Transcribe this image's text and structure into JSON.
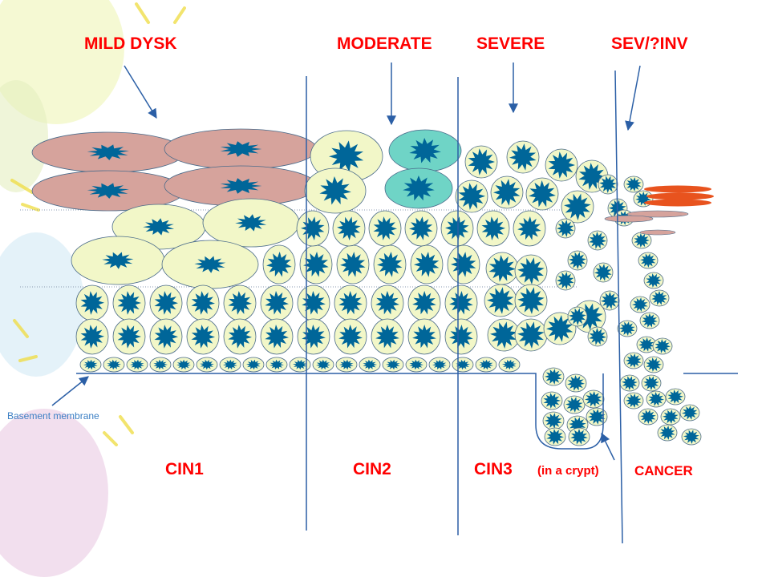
{
  "grades": {
    "mild": "MILD DYSK",
    "moderate": "MODERATE",
    "severe": "SEVERE",
    "sev_inv": "SEV/?INV"
  },
  "cin": {
    "cin1": "CIN1",
    "cin2": "CIN2",
    "cin3": "CIN3",
    "crypt": "(in a crypt)",
    "cancer": "CANCER"
  },
  "basement_membrane": "Basement membrane",
  "colors": {
    "label_red": "#ff0000",
    "nucleus": "#006699",
    "cell_pale": "#f2f7c8",
    "cell_pink": "#d6a39c",
    "cell_teal": "#6fd4c6",
    "invasive_orange": "#e8531e",
    "line_blue": "#2b5fa6",
    "bm_label_blue": "#3b7fc4"
  }
}
